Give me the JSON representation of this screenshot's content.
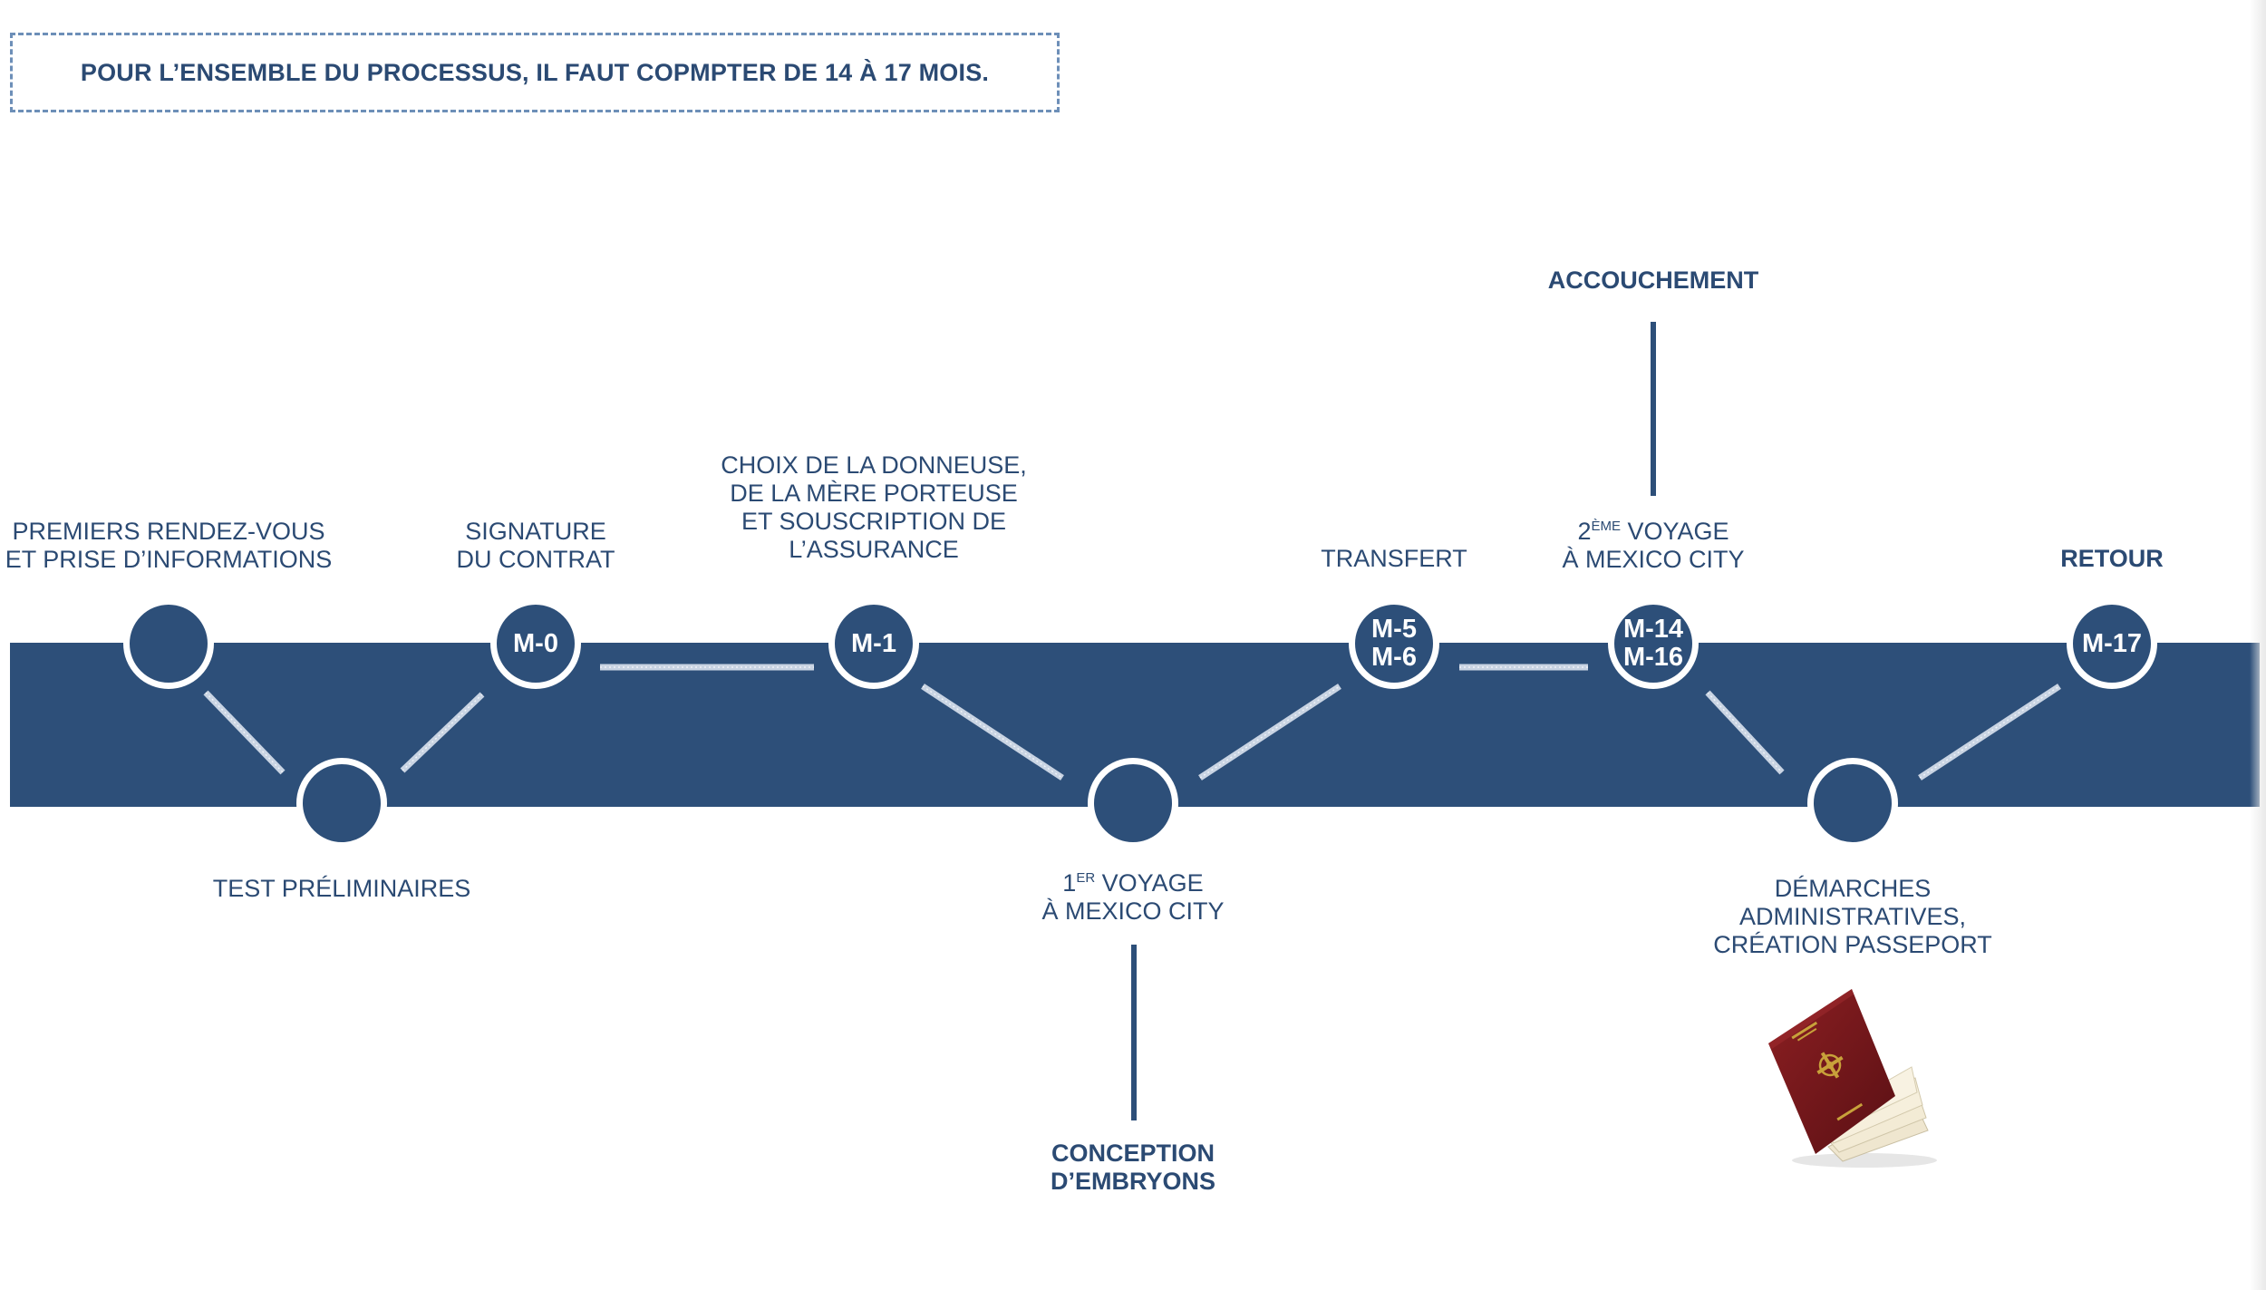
{
  "notice": {
    "text": "POUR L’ENSEMBLE DU PROCESSUS, IL FAUT COPMPTER DE 14 À 17 MOIS."
  },
  "colors": {
    "band": "#2d4f79",
    "text": "#2b4a73",
    "node_border": "#ffffff",
    "dashed_border": "#6d8fb8",
    "passport_cover": "#7a1a1c",
    "passport_emblem": "#c8a13a"
  },
  "timeline": {
    "nodes": {
      "n1": {
        "label": ""
      },
      "n2": {
        "label": ""
      },
      "m0": {
        "label": "M-0"
      },
      "m1": {
        "label": "M-1"
      },
      "n5": {
        "label": ""
      },
      "m5": {
        "line1": "M-5",
        "line2": "M-6"
      },
      "m14": {
        "line1": "M-14",
        "line2": "M-16"
      },
      "n8": {
        "label": ""
      },
      "m17": {
        "label": "M-17"
      }
    },
    "labels": {
      "premiers": {
        "line1": "PREMIERS RENDEZ-VOUS",
        "line2": "ET PRISE D’INFORMATIONS"
      },
      "test": {
        "line1": "TEST PRÉLIMINAIRES"
      },
      "signature": {
        "line1": "SIGNATURE",
        "line2": "DU CONTRAT"
      },
      "choix": {
        "line1": "CHOIX DE LA DONNEUSE,",
        "line2": "DE LA MÈRE PORTEUSE",
        "line3": "ET SOUSCRIPTION DE",
        "line4": "L’ASSURANCE"
      },
      "voyage1": {
        "num": "1",
        "sup": "ER",
        "rest": " VOYAGE",
        "line2": "À MEXICO CITY"
      },
      "conception": {
        "line1": "CONCEPTION",
        "line2": "D’EMBRYONS"
      },
      "transfert": {
        "line1": "TRANSFERT"
      },
      "accouchement": {
        "line1": "ACCOUCHEMENT"
      },
      "voyage2": {
        "num": "2",
        "sup": "ÈME",
        "rest": " VOYAGE",
        "line2": "À MEXICO CITY"
      },
      "demarches": {
        "line1": "DÉMARCHES",
        "line2": "ADMINISTRATIVES,",
        "line3": "CRÉATION PASSEPORT"
      },
      "retour": {
        "line1": "RETOUR"
      }
    }
  },
  "passport": {
    "icon": "passport-icon"
  }
}
